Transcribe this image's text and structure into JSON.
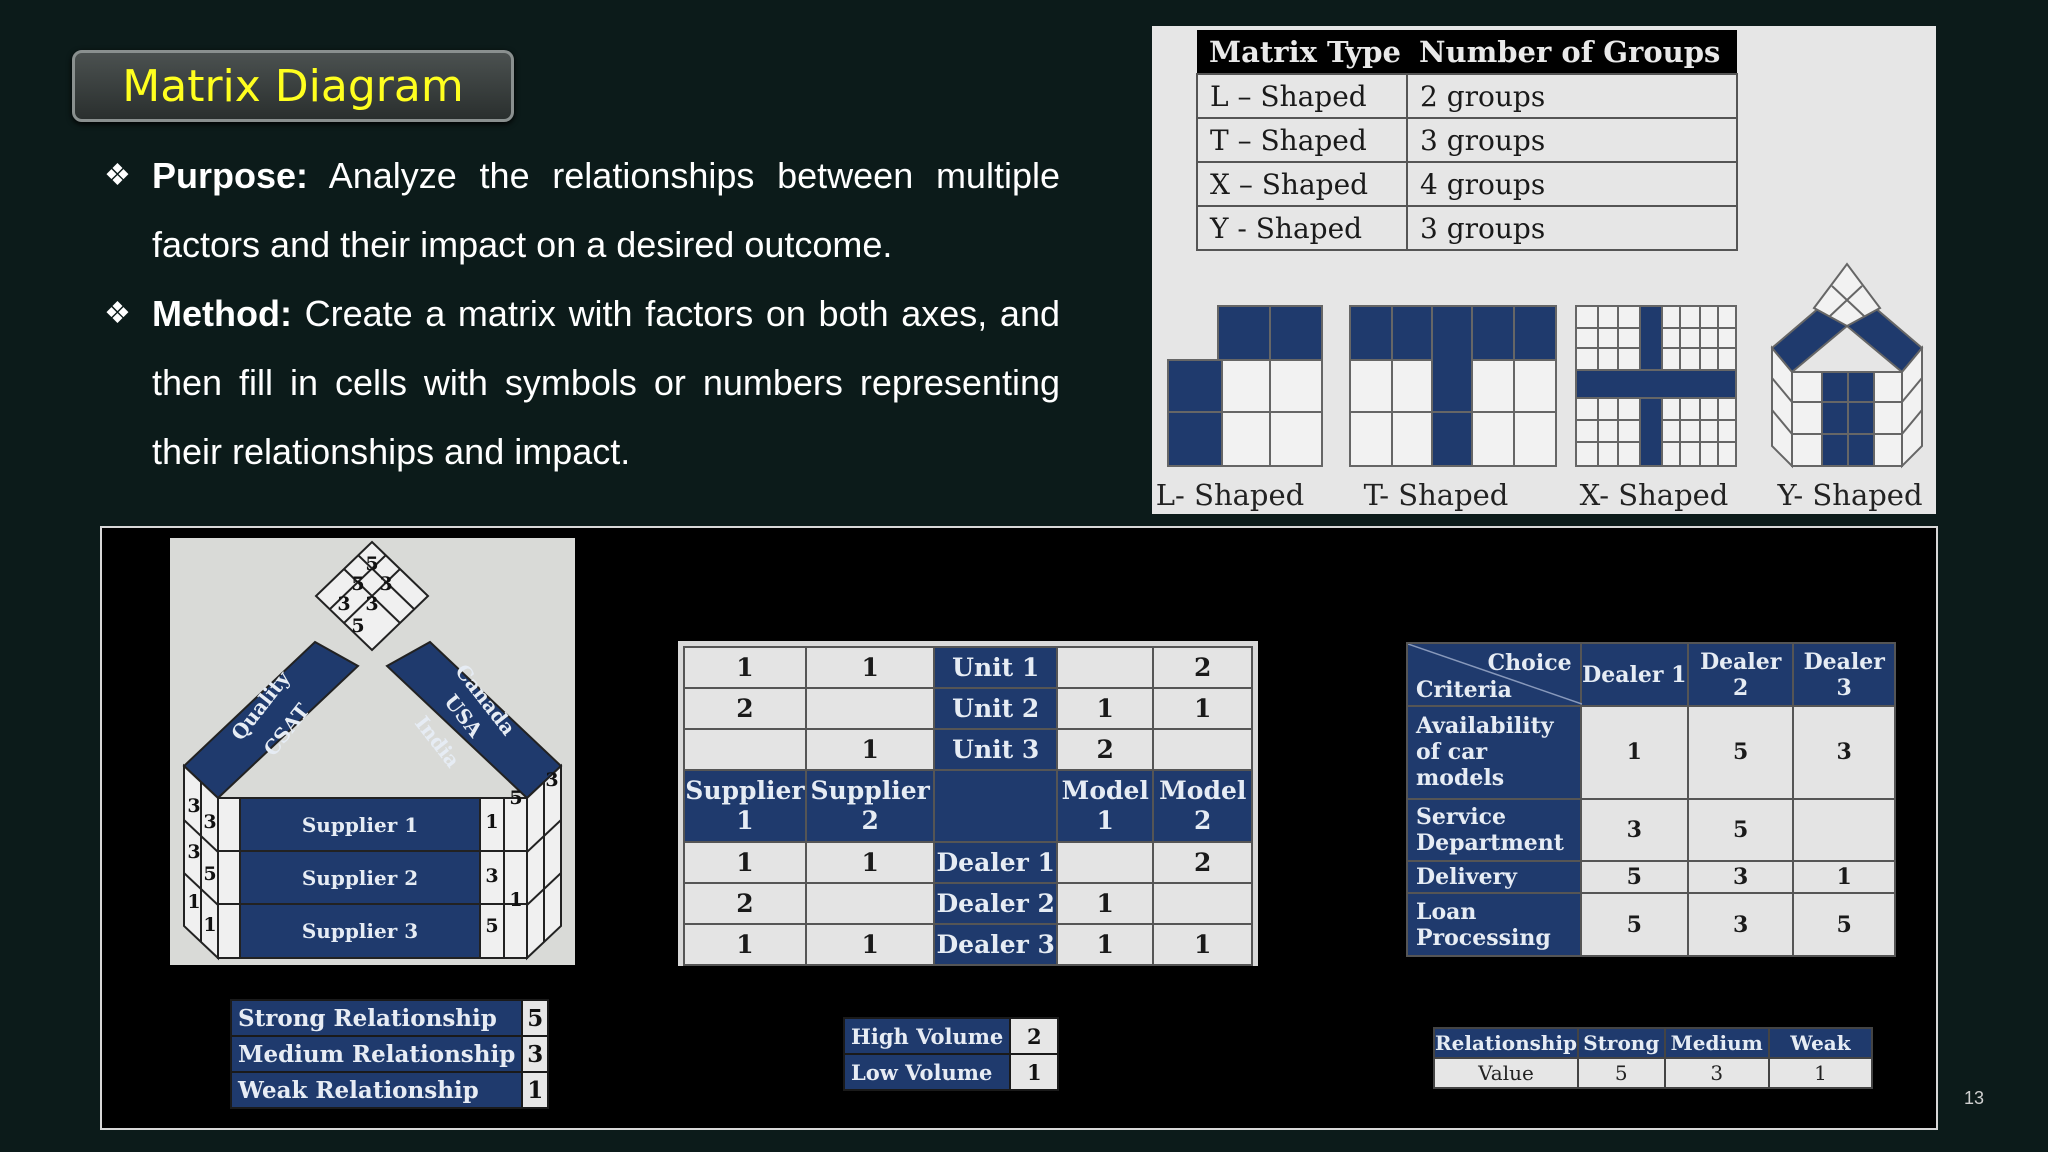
{
  "title": "Matrix Diagram",
  "bullets": [
    {
      "label": "Purpose:",
      "text": " Analyze the relationships between multiple factors and their impact on a desired outcome."
    },
    {
      "label": "Method:",
      "text": " Create a matrix with factors on both axes, and then fill in cells with symbols or numbers representing their relationships and impact."
    }
  ],
  "type_table": {
    "headers": [
      "Matrix Type",
      "Number of Groups"
    ],
    "rows": [
      [
        "L – Shaped",
        "2 groups"
      ],
      [
        "T – Shaped",
        "3 groups"
      ],
      [
        "X – Shaped",
        "4 groups"
      ],
      [
        "Y - Shaped",
        "3 groups"
      ]
    ]
  },
  "shape_labels": [
    "L- Shaped",
    "T- Shaped",
    "X- Shaped",
    "Y- Shaped"
  ],
  "y_matrix": {
    "left_arm": [
      "Quality",
      "CSAT"
    ],
    "right_arm": [
      "Canada",
      "USA",
      "India"
    ],
    "rows": [
      "Supplier 1",
      "Supplier 2",
      "Supplier 3"
    ],
    "top_cells": [
      "5",
      "5",
      "3",
      "3",
      "3",
      "5"
    ],
    "left_cells": [
      "3",
      "3",
      "3",
      "5",
      "1",
      "1"
    ],
    "right_cells": [
      "1",
      "5",
      "3",
      "3",
      "1",
      "5"
    ]
  },
  "legend_left": [
    {
      "label": "Strong Relationship",
      "value": "5"
    },
    {
      "label": "Medium Relationship",
      "value": "3"
    },
    {
      "label": "Weak Relationship",
      "value": "1"
    }
  ],
  "t_matrix": {
    "top_rows": [
      [
        "1",
        "1",
        "Unit 1",
        "",
        "2"
      ],
      [
        "2",
        "",
        "Unit 2",
        "1",
        "1"
      ],
      [
        "",
        "1",
        "Unit 3",
        "2",
        ""
      ]
    ],
    "header": [
      "Supplier 1",
      "Supplier 2",
      "",
      "Model 1",
      "Model 2"
    ],
    "bottom_rows": [
      [
        "1",
        "1",
        "Dealer 1",
        "",
        "2"
      ],
      [
        "2",
        "",
        "Dealer 2",
        "1",
        ""
      ],
      [
        "1",
        "1",
        "Dealer 3",
        "1",
        "1"
      ]
    ]
  },
  "legend_mid": [
    {
      "label": "High Volume",
      "value": "2"
    },
    {
      "label": "Low Volume",
      "value": "1"
    }
  ],
  "l_matrix": {
    "corner_top": "Choice",
    "corner_bottom": "Criteria",
    "columns": [
      "Dealer 1",
      "Dealer 2",
      "Dealer 3"
    ],
    "rows": [
      {
        "label": "Availability of car models",
        "values": [
          "1",
          "5",
          "3"
        ]
      },
      {
        "label": "Service Department",
        "values": [
          "3",
          "5",
          ""
        ]
      },
      {
        "label": "Delivery",
        "values": [
          "5",
          "3",
          "1"
        ]
      },
      {
        "label": "Loan Processing",
        "values": [
          "5",
          "3",
          "5"
        ]
      }
    ]
  },
  "legend_right": {
    "headers": [
      "Relationship",
      "Strong",
      "Medium",
      "Weak"
    ],
    "values": [
      "Value",
      "5",
      "3",
      "1"
    ]
  },
  "page_number": "13",
  "colors": {
    "title": "#ffff1f",
    "navy": "#1f3a6d",
    "background": "#0c1b1a"
  }
}
